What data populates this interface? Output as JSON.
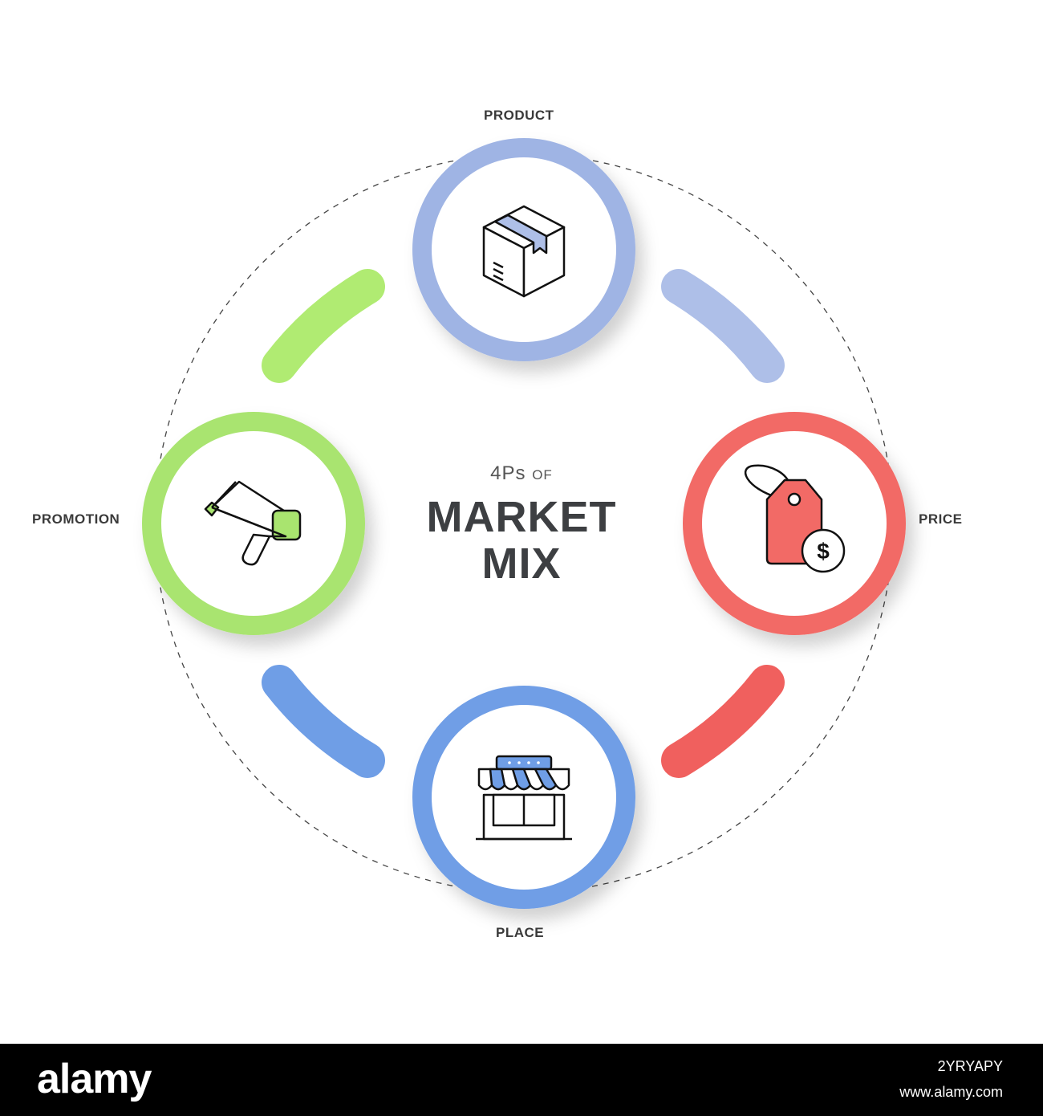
{
  "diagram": {
    "title_prefix": "4Ps",
    "title_prefix_small": "OF",
    "title_line_1": "MARKET",
    "title_line_2": "MIX",
    "nodes": [
      {
        "label": "PRODUCT",
        "icon": "box-icon",
        "color": "#9fb4e4"
      },
      {
        "label": "PRICE",
        "icon": "price-tag-icon",
        "color": "#f26a66"
      },
      {
        "label": "PLACE",
        "icon": "storefront-icon",
        "color": "#6f9ee6"
      },
      {
        "label": "PROMOTION",
        "icon": "megaphone-icon",
        "color": "#a9e46f"
      }
    ],
    "arcs": [
      {
        "between": "PRODUCT-PRICE",
        "color": "#aebfe8"
      },
      {
        "between": "PRICE-PLACE",
        "color": "#f0605e"
      },
      {
        "between": "PLACE-PROMOTION",
        "color": "#6f9ee6"
      },
      {
        "between": "PROMOTION-PRODUCT",
        "color": "#b0eb72"
      }
    ]
  },
  "footer": {
    "logo": "alamy",
    "image_id": "2YRYAPY",
    "url": "www.alamy.com"
  }
}
